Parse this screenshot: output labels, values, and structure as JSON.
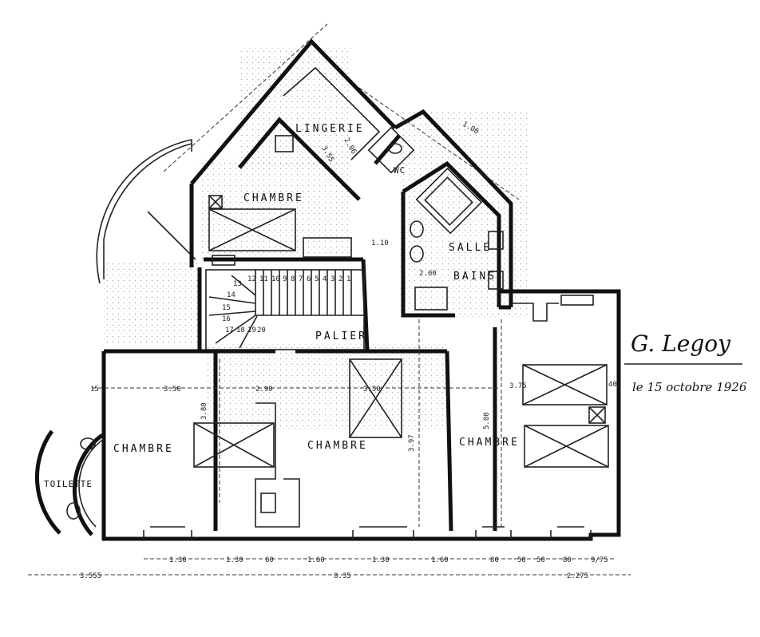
{
  "rooms": {
    "chambre_top": "CHAMBRE",
    "lingerie": "LINGERIE",
    "wc": "WC",
    "salle": "SALLE",
    "bains": "BAINS",
    "palier": "PALIER",
    "chambre_left": "CHAMBRE",
    "chambre_mid": "CHAMBRE",
    "chambre_right": "CHAMBRE",
    "toilette": "TOILETTE"
  },
  "dimensions": {
    "d_350": "3.50",
    "d_290": "2.90",
    "d_350b": "3.50",
    "d_375": "3.75",
    "d_380": "3.80",
    "d_397": "3.97",
    "d_500": "5.00",
    "d_110": "1.10",
    "d_200": "2.00",
    "d_355": "3.55",
    "d_206": "2.06",
    "d_100": "1.00",
    "d_130a": "1.30",
    "d_130b": "1.30",
    "d_60": "60",
    "d_160a": "1.60",
    "d_130c": "1.30",
    "d_160b": "1.60",
    "d_80a": "80",
    "d_50a": "50",
    "d_50b": "50",
    "d_80b": "80",
    "d_975": "9/75",
    "d_3555": "3.555",
    "d_835": "8.35",
    "d_2275": "2.275",
    "d_15": "15",
    "d_40": "40"
  },
  "stairs": {
    "steps_top": [
      "1",
      "2",
      "3",
      "4",
      "5",
      "6",
      "7",
      "8",
      "9",
      "10",
      "11",
      "12"
    ],
    "steps_turn": [
      "13",
      "14",
      "15",
      "16",
      "17",
      "18",
      "19",
      "20"
    ]
  },
  "signature": {
    "name": "G. Legoy",
    "date": "le 15 octobre 1926"
  }
}
